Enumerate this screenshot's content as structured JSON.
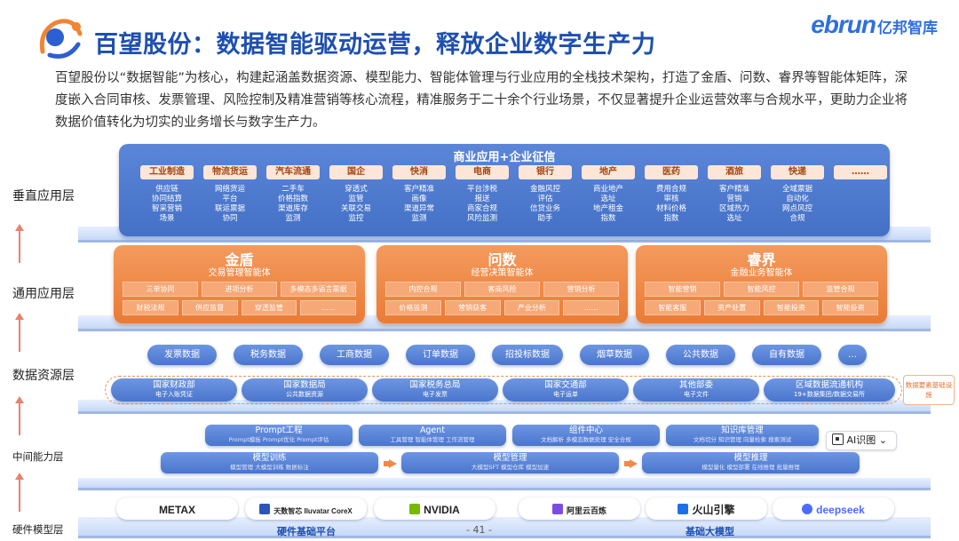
{
  "header": {
    "title": "百望股份：数据智能驱动运营，释放企业数字生产力",
    "brand_en": "ebrun",
    "brand_cn": "亿邦智库"
  },
  "intro": "百望股份以“数据智能”为核心，构建起涵盖数据资源、模型能力、智能体管理与行业应用的全栈技术架构，打造了金盾、问数、睿界等智能体矩阵，深度嵌入合同审核、发票管理、风险控制及精准营销等核心流程，精准服务于二十余个行业场景，不仅显著提升企业运营效率与合规水平，更助力企业将数据价值转化为切实的业务增长与数字生产力。",
  "layers": {
    "vertical": "垂直应用层",
    "general": "通用应用层",
    "data": "数据资源层",
    "middle": "中间能力层",
    "hardware": "硬件模型层"
  },
  "vertical": {
    "title": "商业应用+企业征信",
    "categories": [
      {
        "name": "工业制造",
        "items": [
          "供应链",
          "协同结算",
          "智采营销",
          "场景"
        ]
      },
      {
        "name": "物流货运",
        "items": [
          "网络货运",
          "平台",
          "联运票据",
          "协同"
        ]
      },
      {
        "name": "汽车流通",
        "items": [
          "二手车",
          "价格指数",
          "渠道库存",
          "监测"
        ]
      },
      {
        "name": "国企",
        "items": [
          "穿透式",
          "监管",
          "关联交易",
          "监控"
        ]
      },
      {
        "name": "快消",
        "items": [
          "客户精准",
          "画像",
          "渠道异常",
          "监测"
        ]
      },
      {
        "name": "电商",
        "items": [
          "平台涉税",
          "报送",
          "商家合规",
          "风险监测"
        ]
      },
      {
        "name": "银行",
        "items": [
          "金融风控",
          "评估",
          "信贷业务",
          "助手"
        ]
      },
      {
        "name": "地产",
        "items": [
          "商业地产",
          "选址",
          "地产租金",
          "指数"
        ]
      },
      {
        "name": "医药",
        "items": [
          "费用合规",
          "审核",
          "材料价格",
          "指数"
        ]
      },
      {
        "name": "酒旅",
        "items": [
          "客户精准",
          "营销",
          "区域热力",
          "选址"
        ]
      },
      {
        "name": "快递",
        "items": [
          "全域票据",
          "自动化",
          "网点风控",
          "合规"
        ]
      },
      {
        "name": "……",
        "items": []
      }
    ]
  },
  "agents": [
    {
      "name": "金盾",
      "subtitle": "交易管理智能体",
      "cells": [
        "三单协同",
        "进项分析",
        "多模态多语言票据",
        "财税法规",
        "供应监督",
        "穿透监管",
        "……"
      ]
    },
    {
      "name": "问数",
      "subtitle": "经营决策智能体",
      "cells": [
        "内控合规",
        "客商风险",
        "营销分析",
        "价格监测",
        "营销获客",
        "产业分析",
        "……"
      ]
    },
    {
      "name": "睿界",
      "subtitle": "金融业务智能体",
      "cells": [
        "智能营销",
        "智能风控",
        "监管合规",
        "智能客服",
        "资产处置",
        "智能投资",
        "智能投资"
      ]
    }
  ],
  "data_resources": [
    "发票数据",
    "税务数据",
    "工商数据",
    "订单数据",
    "招投标数据",
    "烟草数据",
    "公共数据",
    "自有数据",
    "…"
  ],
  "data_sources": [
    {
      "name": "国家财政部",
      "sub": "电子入账凭证"
    },
    {
      "name": "国家数据局",
      "sub": "公共数据资源"
    },
    {
      "name": "国家税务总局",
      "sub": "电子发票"
    },
    {
      "name": "国家交通部",
      "sub": "电子运单"
    },
    {
      "name": "其他部委",
      "sub": "电子文件"
    },
    {
      "name": "区域数据流通机构",
      "sub": "19+数据集团/数据交易所"
    }
  ],
  "data_note": "数据要素基础设施",
  "middle": {
    "top": [
      {
        "name": "Prompt工程",
        "sub": "Prompt模板    Prompt优化    Prompt评估"
      },
      {
        "name": "Agent",
        "sub": "工具管理    智能体管理    工作流管理"
      },
      {
        "name": "组件中心",
        "sub": "文档解析    多模态数据处理    安全合规"
      },
      {
        "name": "知识库管理",
        "sub": "文档切分    知识管理    向量检索    搜索测试"
      }
    ],
    "bottom": [
      {
        "name": "模型训练",
        "sub": "模型管理    大模型训练    数据标注"
      },
      {
        "name": "模型管理",
        "sub": "大模型SFT    模型仓库    模型加速"
      },
      {
        "name": "模型推理",
        "sub": "模型量化    模型部署    在线推理    批量推理"
      }
    ]
  },
  "ai_chip": "AI识图",
  "hardware": [
    "METAX",
    "天数智芯 Iluvatar CoreX",
    "NVIDIA",
    "阿里云百炼",
    "火山引擎",
    "deepseek"
  ],
  "footer": {
    "left": "硬件基础平台",
    "page": "- 41 -",
    "right": "基础大模型"
  },
  "colors": {
    "title_blue": "#1e4fb0",
    "layer_blue": "#4a76cc",
    "agent_orange": "#ea7b35",
    "arrow_pink": "#e9816d"
  }
}
